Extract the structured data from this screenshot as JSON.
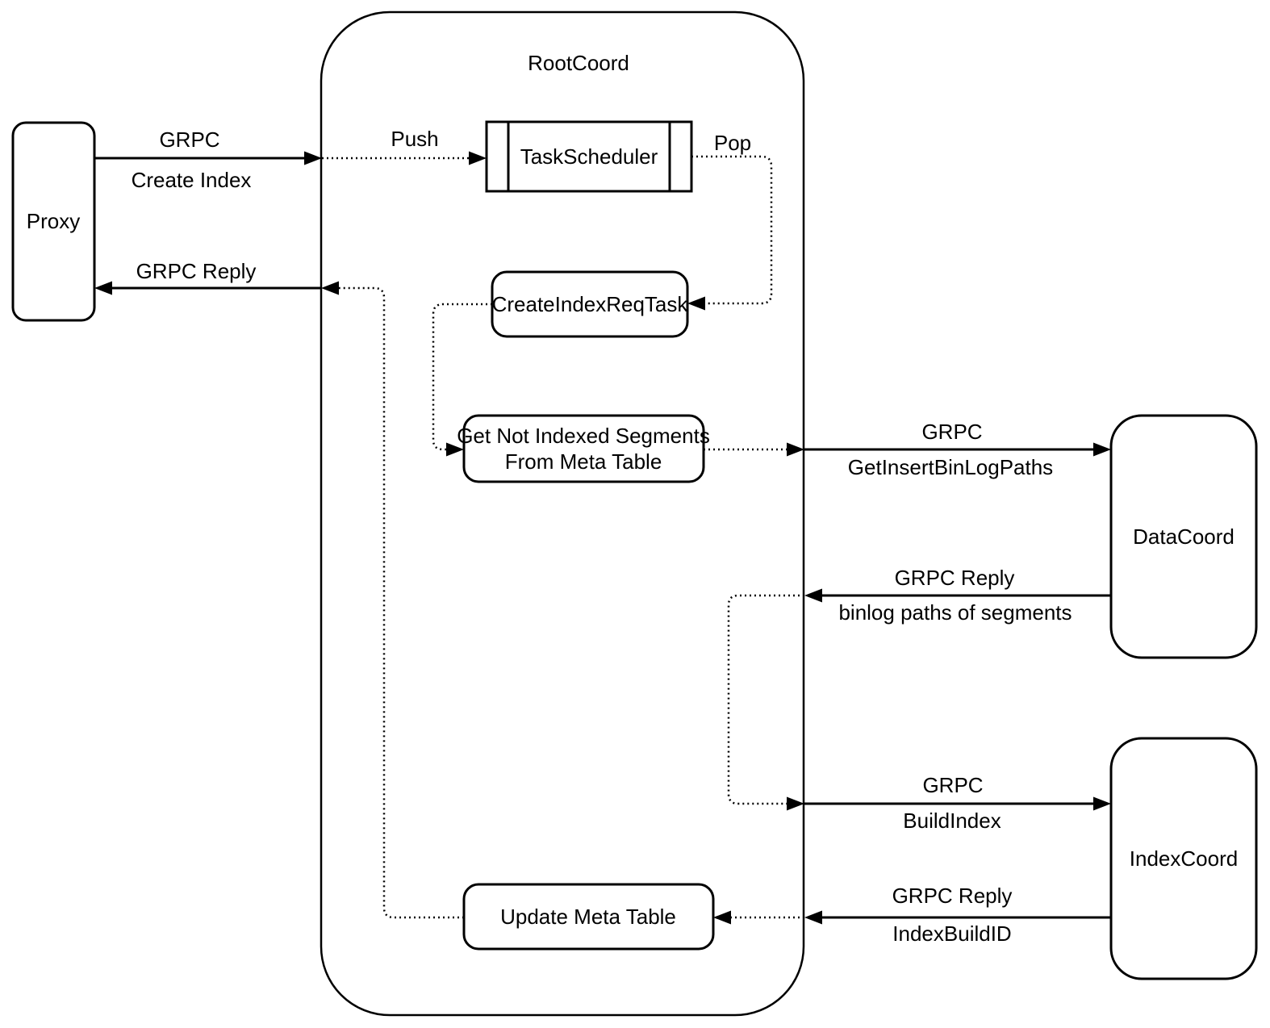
{
  "diagram": {
    "container_label": "RootCoord",
    "nodes": {
      "proxy": {
        "label": "Proxy"
      },
      "task_scheduler": {
        "label": "TaskScheduler"
      },
      "create_index_req_task": {
        "label": "CreateIndexReqTask"
      },
      "get_not_indexed": {
        "line1": "Get Not Indexed Segments",
        "line2": "From Meta Table"
      },
      "update_meta_table": {
        "label": "Update Meta Table"
      },
      "data_coord": {
        "label": "DataCoord"
      },
      "index_coord": {
        "label": "IndexCoord"
      }
    },
    "edges": {
      "create_index": {
        "protocol": "GRPC",
        "detail": "Create Index"
      },
      "push": {
        "label": "Push"
      },
      "pop": {
        "label": "Pop"
      },
      "reply_to_proxy": {
        "label": "GRPC Reply"
      },
      "get_insert_binlog_paths": {
        "protocol": "GRPC",
        "detail": "GetInsertBinLogPaths"
      },
      "binlog_reply": {
        "protocol": "GRPC Reply",
        "detail": "binlog paths of segments"
      },
      "build_index": {
        "protocol": "GRPC",
        "detail": "BuildIndex"
      },
      "index_build_reply": {
        "protocol": "GRPC Reply",
        "detail": "IndexBuildID"
      }
    },
    "colors": {
      "stroke": "#000000",
      "background": "#ffffff",
      "text": "#000000"
    }
  }
}
